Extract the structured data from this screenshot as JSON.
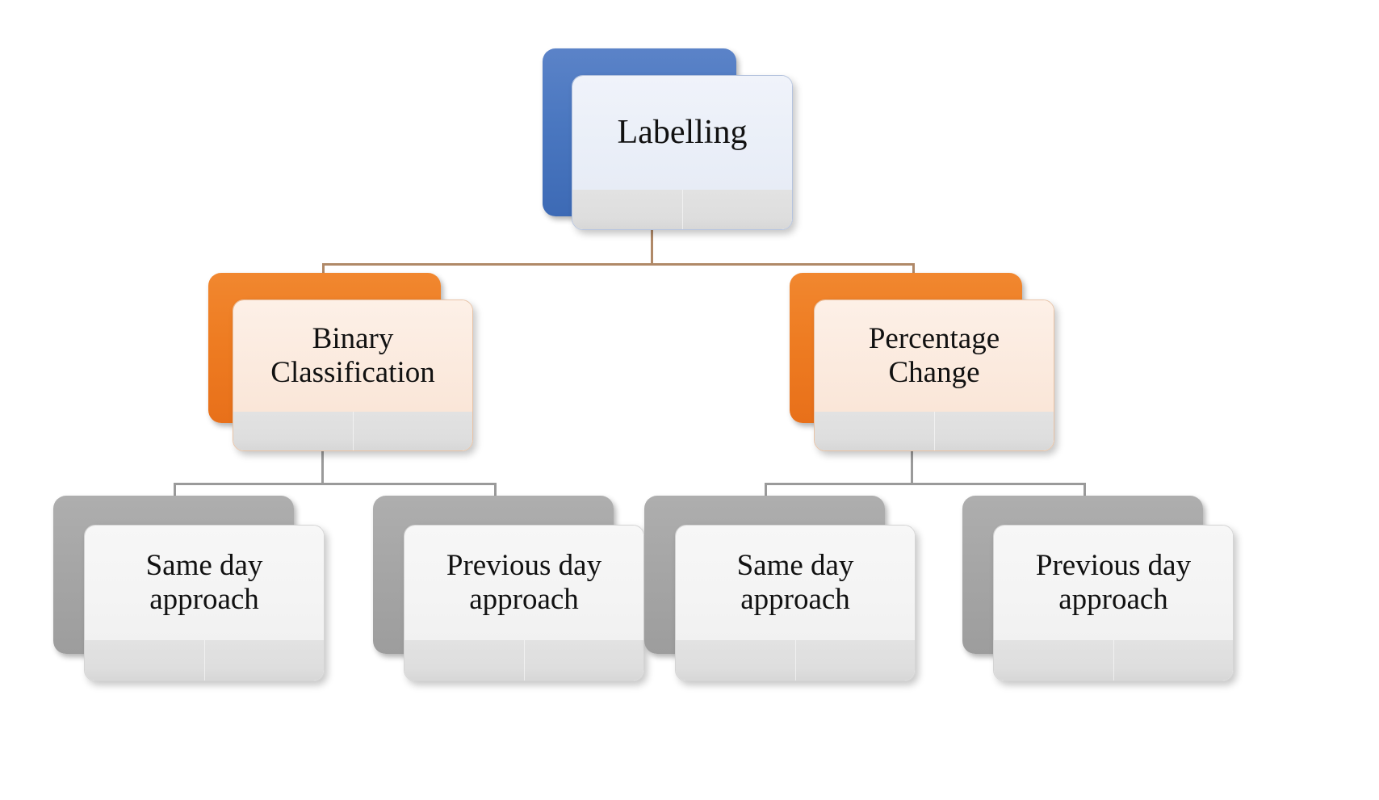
{
  "diagram": {
    "title": "Labelling",
    "type": "hierarchy-tree",
    "accent_colors": {
      "root_card": "#4a77c0",
      "level2_card": "#ee7c22",
      "level3_card": "#a6a6a6",
      "connector_upper": "#b08968",
      "connector_lower": "#9a9a9a",
      "background": "#ffffff",
      "text": "#111111"
    },
    "nodes": {
      "root": {
        "label": "Labelling"
      },
      "level2": [
        {
          "label": "Binary\nClassification"
        },
        {
          "label": "Percentage\nChange"
        }
      ],
      "level3": [
        {
          "label": "Same day\napproach"
        },
        {
          "label": "Previous day\napproach"
        },
        {
          "label": "Same day\napproach"
        },
        {
          "label": "Previous day\napproach"
        }
      ]
    }
  }
}
